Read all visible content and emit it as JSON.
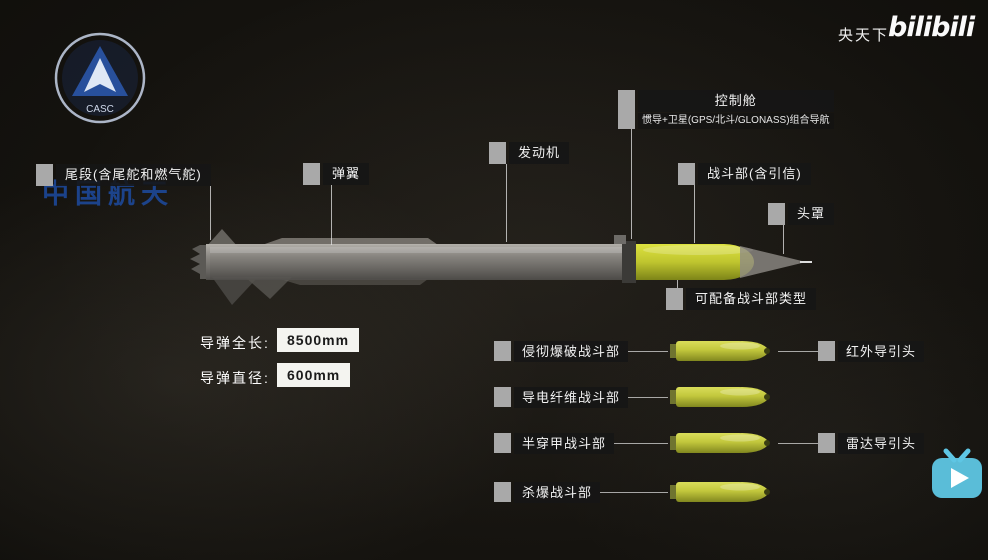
{
  "branding": {
    "channel": "央天下",
    "platform": "bilibili",
    "logo_text": "中国航天",
    "logo_abbr": "CASC"
  },
  "diagram": {
    "parts": {
      "tail": "尾段(含尾舵和燃气舵)",
      "wing": "弹翼",
      "engine": "发动机",
      "control": "控制舱",
      "control_nav": "惯导+卫星(GPS/北斗/GLONASS)组合导航",
      "warhead": "战斗部(含引信)",
      "nose": "头罩"
    },
    "specs": [
      {
        "label": "导弹全长:",
        "value": "8500mm"
      },
      {
        "label": "导弹直径:",
        "value": "600mm"
      }
    ],
    "warhead_section_title": "可配备战斗部类型",
    "warhead_types": [
      {
        "name": "侵彻爆破战斗部",
        "seeker": "红外导引头"
      },
      {
        "name": "导电纤维战斗部",
        "seeker": ""
      },
      {
        "name": "半穿甲战斗部",
        "seeker": "雷达导引头"
      },
      {
        "name": "杀爆战斗部",
        "seeker": ""
      }
    ],
    "colors": {
      "warhead_yellow": "#c2c73c",
      "label_square": "#a9a9a9",
      "label_bg": "#1f1f1f",
      "bilibili_cyan": "#5ec6e4",
      "watermark_blue": "#1d4ba0"
    }
  }
}
